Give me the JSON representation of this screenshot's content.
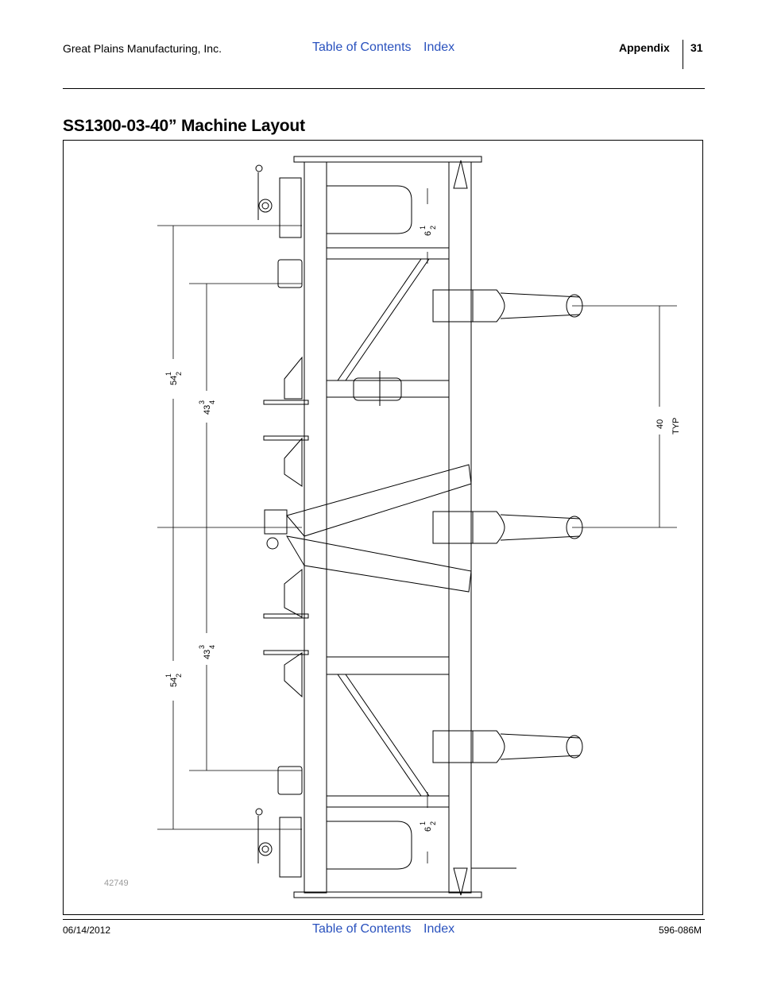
{
  "header": {
    "company": "Great Plains Manufacturing, Inc.",
    "toc_link": "Table of Contents",
    "index_link": "Index",
    "section": "Appendix",
    "page_number": "31"
  },
  "title": "SS1300-03-40” Machine Layout",
  "figure": {
    "number": "42749",
    "dimensions": {
      "outer_spacing": "54",
      "inner_spacing": "43",
      "gauge_offset": "6",
      "row_spacing": "40",
      "row_spacing_note": "TYP",
      "half_num": "1",
      "half_den": "2",
      "quarter_num": "3",
      "quarter_den": "4"
    }
  },
  "footer": {
    "date": "06/14/2012",
    "toc_link": "Table of Contents",
    "index_link": "Index",
    "doc_number": "596-086M"
  },
  "colors": {
    "link": "#2a52be",
    "figure_number": "#9a9a9a"
  }
}
